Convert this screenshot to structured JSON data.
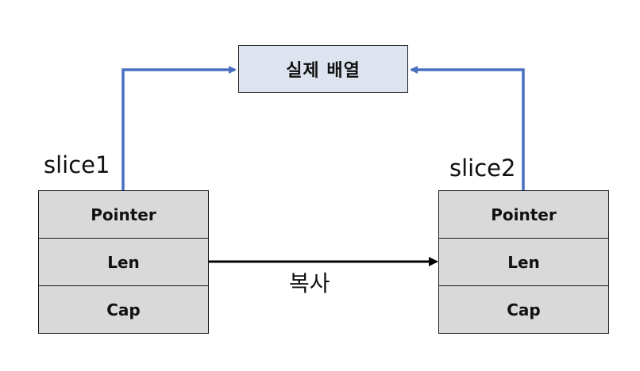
{
  "array_box": {
    "label": "실제 배열",
    "fill": "#dee4ef"
  },
  "slice1": {
    "name": "slice1",
    "fields": [
      "Pointer",
      "Len",
      "Cap"
    ]
  },
  "slice2": {
    "name": "slice2",
    "fields": [
      "Pointer",
      "Len",
      "Cap"
    ]
  },
  "copy_arrow": {
    "label": "복사",
    "color": "#000000"
  },
  "pointer_arrow_color": "#4a6fbe",
  "field_fill": "#d9d9d9"
}
